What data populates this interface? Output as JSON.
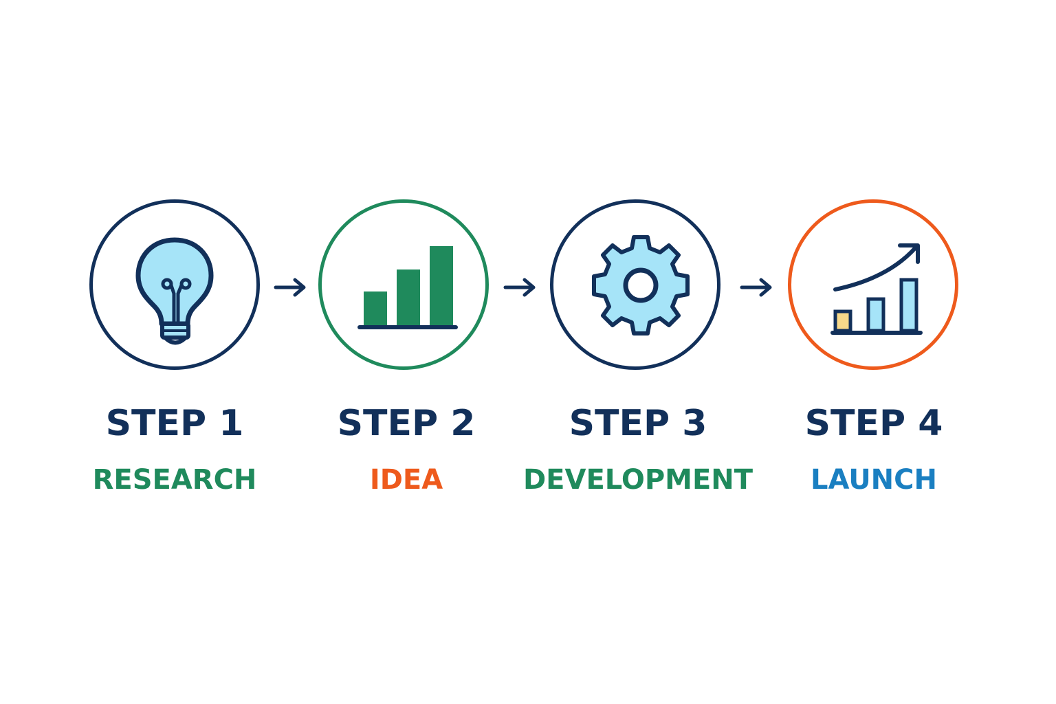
{
  "colors": {
    "navy": "#12305a",
    "green": "#1f8a5c",
    "orange": "#ee5a1c",
    "blue": "#1a7fc1",
    "light_blue": "#a6e4f8",
    "yellow": "#f7d98a"
  },
  "steps": [
    {
      "title": "STEP 1",
      "subtitle": "RESEARCH",
      "icon": "lightbulb-icon",
      "ring_color": "#12305a",
      "subtitle_color": "#1f8a5c"
    },
    {
      "title": "STEP 2",
      "subtitle": "IDEA",
      "icon": "bar-chart-icon",
      "ring_color": "#1f8a5c",
      "subtitle_color": "#ee5a1c"
    },
    {
      "title": "STEP 3",
      "subtitle": "DEVELOPMENT",
      "icon": "gear-icon",
      "ring_color": "#12305a",
      "subtitle_color": "#1f8a5c"
    },
    {
      "title": "STEP 4",
      "subtitle": "LAUNCH",
      "icon": "growth-chart-icon",
      "ring_color": "#ee5a1c",
      "subtitle_color": "#1a7fc1"
    }
  ],
  "connectors": [
    {
      "icon": "arrow-right-icon"
    },
    {
      "icon": "arrow-right-icon"
    },
    {
      "icon": "arrow-right-icon"
    }
  ]
}
